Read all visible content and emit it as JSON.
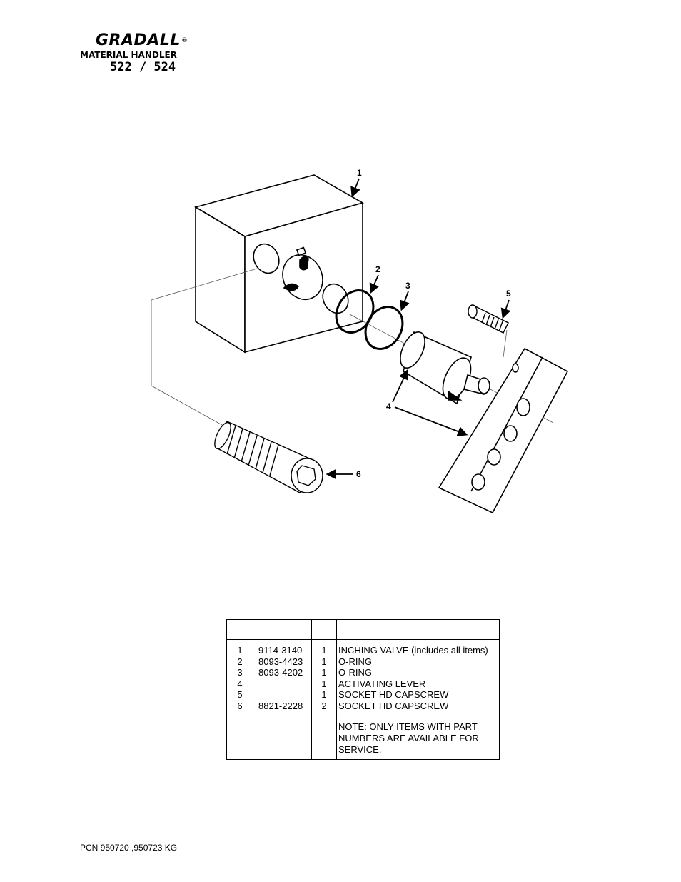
{
  "header": {
    "brand": "GRADALL",
    "registered_mark": "®",
    "subtitle": "MATERIAL HANDLER",
    "model": "522 / 524"
  },
  "diagram": {
    "callouts": [
      "1",
      "2",
      "3",
      "4",
      "5",
      "6"
    ]
  },
  "parts_table": {
    "headers": [
      "",
      "",
      "",
      ""
    ],
    "rows": [
      {
        "item": "1",
        "part": "9114-3140",
        "qty": "1",
        "description": "INCHING VALVE (includes all items)"
      },
      {
        "item": "2",
        "part": "8093-4423",
        "qty": "1",
        "description": "O-RING"
      },
      {
        "item": "3",
        "part": "8093-4202",
        "qty": "1",
        "description": "O-RING"
      },
      {
        "item": "4",
        "part": "",
        "qty": "1",
        "description": "ACTIVATING LEVER"
      },
      {
        "item": "5",
        "part": "",
        "qty": "1",
        "description": "SOCKET HD CAPSCREW"
      },
      {
        "item": "6",
        "part": "8821-2228",
        "qty": "2",
        "description": "SOCKET HD CAPSCREW"
      }
    ],
    "note": "NOTE: ONLY ITEMS WITH PART NUMBERS ARE AVAILABLE FOR SERVICE."
  },
  "footer": {
    "pcn": "PCN 950720 ,950723 KG"
  }
}
